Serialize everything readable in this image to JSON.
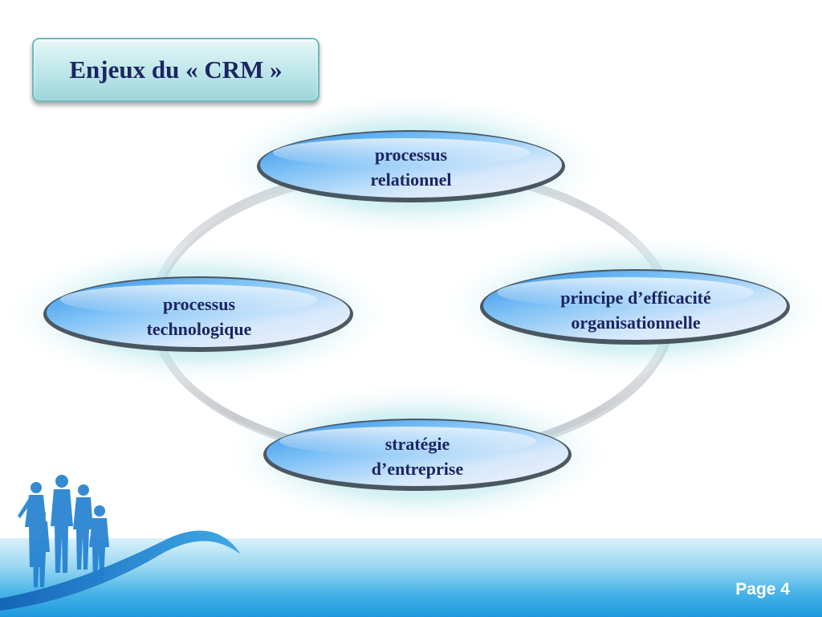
{
  "slide": {
    "title": "Enjeux du « CRM »",
    "page_label": "Page 4"
  },
  "diagram": {
    "nodes": [
      {
        "id": "top",
        "lines": [
          "processus",
          "relationnel"
        ]
      },
      {
        "id": "left",
        "lines": [
          "processus",
          "technologique"
        ]
      },
      {
        "id": "right",
        "lines": [
          "principe d’efficacité",
          "organisationnelle"
        ]
      },
      {
        "id": "bottom",
        "lines": [
          "stratégie",
          "d’entreprise"
        ]
      }
    ]
  },
  "colors": {
    "text_dark_blue": "#1c2462",
    "title_teal": "#c4e9ec",
    "pill_blue": "#4fa6ef",
    "footer_blue": "#1e98dd"
  },
  "icons": [
    "business-people-silhouettes",
    "swoosh-decoration"
  ]
}
